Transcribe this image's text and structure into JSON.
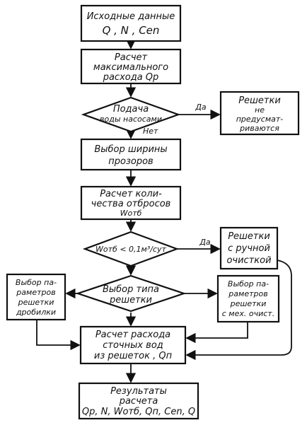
{
  "nodes": {
    "input": {
      "line1": "Исходные данные",
      "line2": "Q , N , Cen"
    },
    "calc_max": {
      "line1": "Расчет",
      "line2": "максимального",
      "line3": "расхода Qp"
    },
    "pump_decision": {
      "line1": "Подача",
      "line2": "воды насосами"
    },
    "no_screens": {
      "line1": "Решетки",
      "line2": "не",
      "line3": "предусмат-",
      "line4": "риваются"
    },
    "gap_width": {
      "line1": "Выбор ширины",
      "line2": "прозоров"
    },
    "waste_calc": {
      "line1": "Расчет коли-",
      "line2": "чества отбросов",
      "line3": "Wотб"
    },
    "threshold_decision": {
      "text": "Wотб < 0,1м³/сут"
    },
    "manual_screens": {
      "line1": "Решетки",
      "line2": "с ручной",
      "line3": "очисткой"
    },
    "crusher_params": {
      "line1": "Выбор па-",
      "line2": "раметров",
      "line3": "решетки",
      "line4": "дробилки"
    },
    "type_decision": {
      "line1": "Выбор типа",
      "line2": "решетки"
    },
    "mech_params": {
      "line1": "Выбор па-",
      "line2": "раметров",
      "line3": "решетки",
      "line4": "с мех. очист."
    },
    "waste_water_calc": {
      "line1": "Расчет расхода",
      "line2": "сточных вод",
      "line3": "из решеток , Qп"
    },
    "results": {
      "line1": "Результаты",
      "line2": "расчета",
      "line3": "Qp, N, Wотб, Qп, Cen, Q"
    }
  },
  "edge_labels": {
    "yes1": "Да",
    "no1": "Нет",
    "yes2": "Да"
  }
}
